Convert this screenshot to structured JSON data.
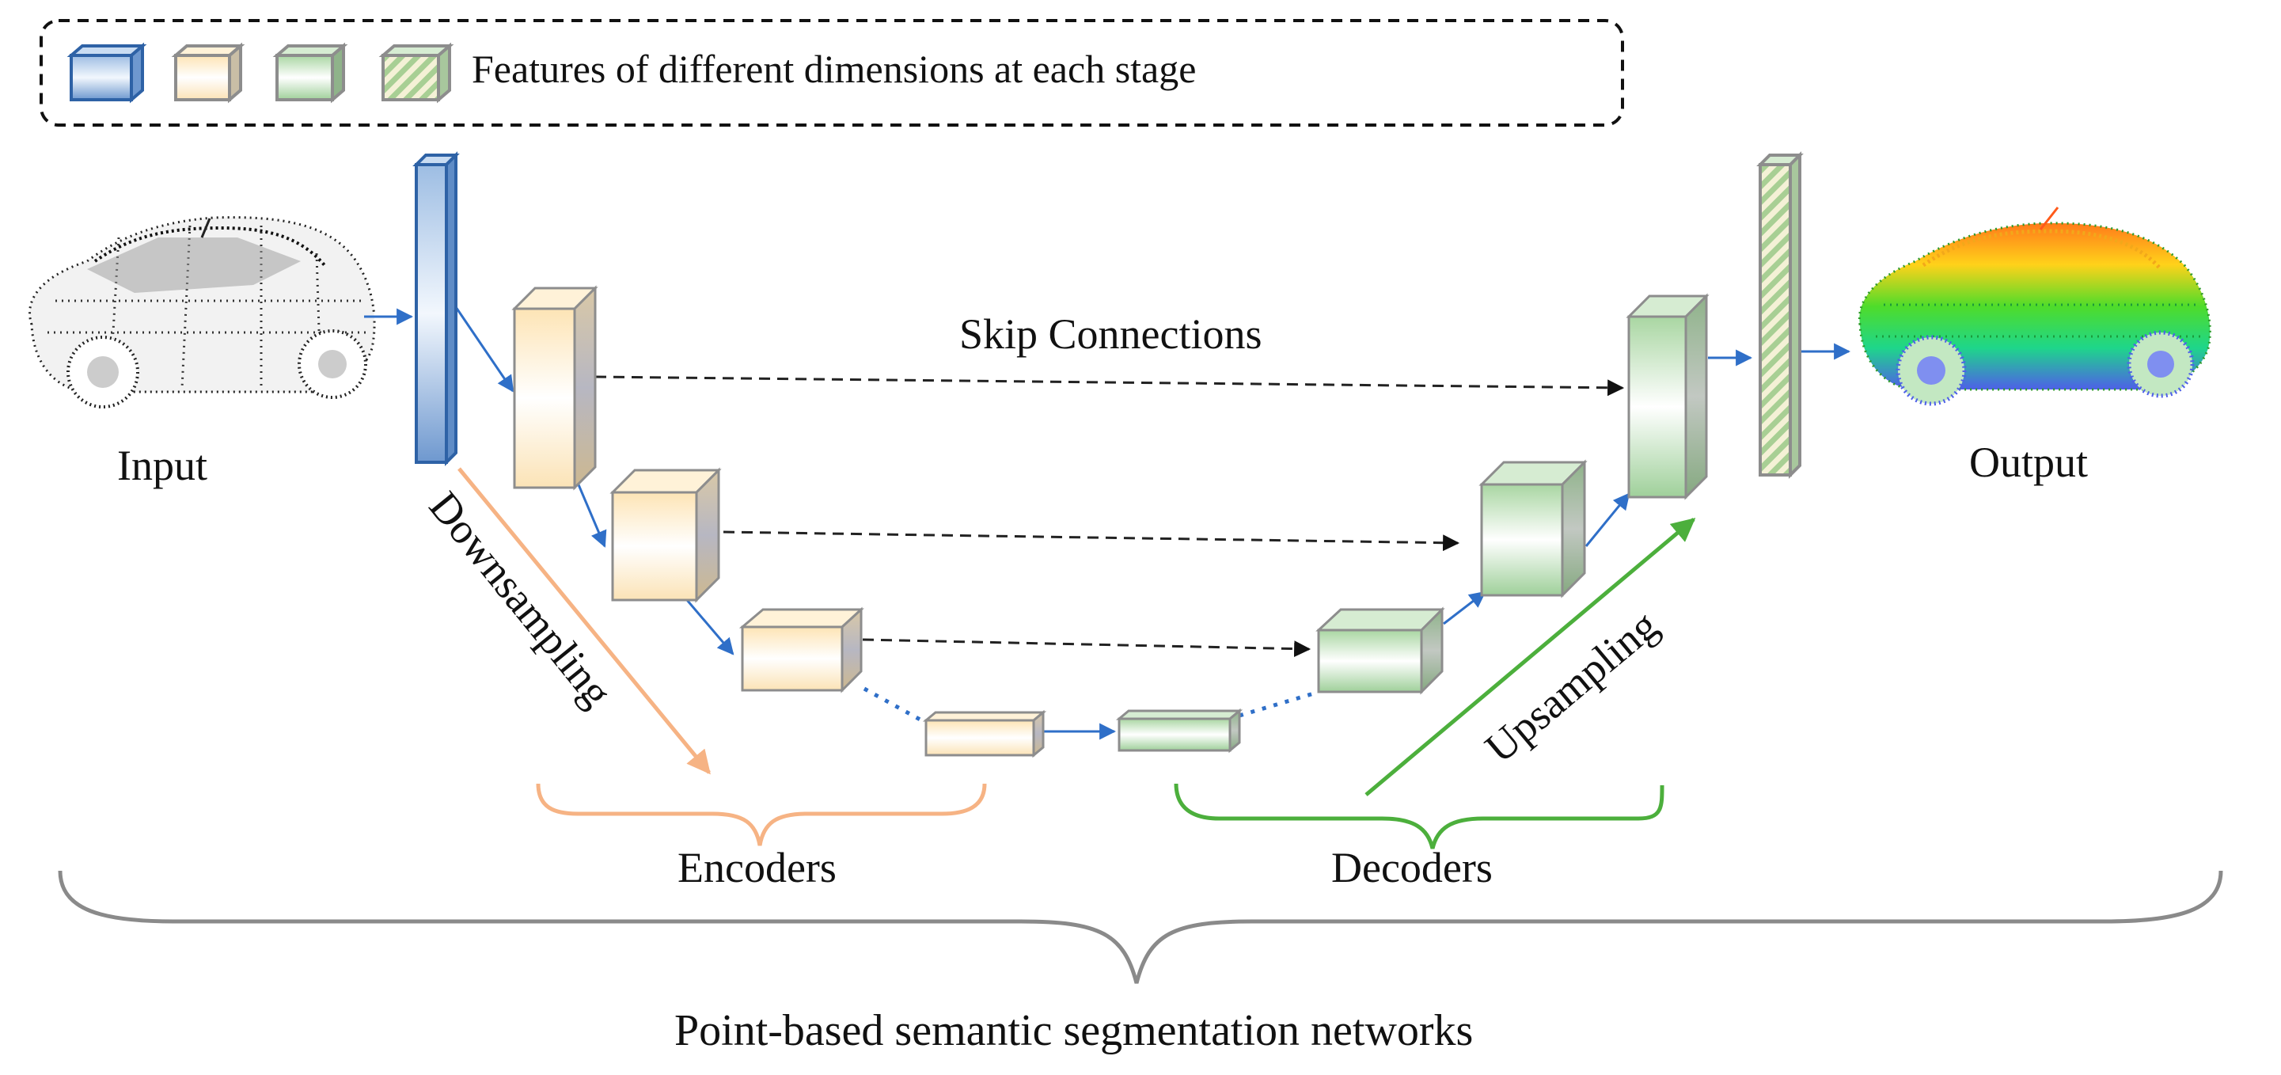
{
  "legend": {
    "text": "Features of different dimensions at each stage",
    "swatch_icons": [
      "blue-cube-icon",
      "cream-cube-icon",
      "green-cube-icon",
      "striped-green-cube-icon"
    ]
  },
  "labels": {
    "input": "Input",
    "output": "Output",
    "skip_connections": "Skip Connections",
    "downsampling": "Downsampling",
    "upsampling": "Upsampling",
    "encoders": "Encoders",
    "decoders": "Decoders",
    "network": "Point-based semantic segmentation networks"
  },
  "colors": {
    "blue_block": "#8fb2dc",
    "blue_edge": "#2e62a6",
    "cream_block": "#fde8c0",
    "green_block": "#b5dcb0",
    "flow_arrow": "#2f6fc8",
    "skip_arrow": "#222222",
    "downsampling_arrow": "#f6b384",
    "upsampling_arrow": "#4caf3c",
    "brace_gray": "#8a8a8a"
  }
}
